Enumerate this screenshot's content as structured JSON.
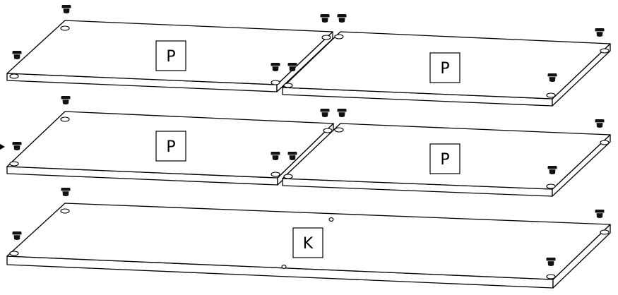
{
  "diagram": {
    "line_color": "#000000",
    "plug_color": "#111111",
    "panel_fill": "#ffffff",
    "label_box_fill": "#ffffff",
    "part_labels": {
      "shelf_top_left": "P",
      "shelf_top_right": "P",
      "shelf_mid_left": "P",
      "shelf_mid_right": "P",
      "base_panel": "K"
    },
    "plug_icon": "cam-plug-icon",
    "hole_icon": "dowel-hole-icon"
  }
}
